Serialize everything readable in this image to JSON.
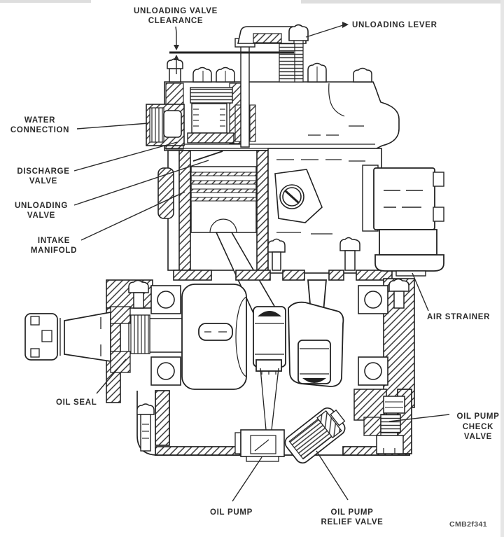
{
  "figure": {
    "code": "CMB2f341",
    "subject": "Air compressor cutaway cross-section diagram",
    "colors": {
      "paper": "#ffffff",
      "ink": "#222222",
      "label": "#2b2b2b"
    }
  },
  "callouts": {
    "unloading_valve_clearance": {
      "line1": "UNLOADING VALVE",
      "line2": "CLEARANCE"
    },
    "unloading_lever": {
      "line1": "UNLOADING LEVER"
    },
    "water_connection": {
      "line1": "WATER",
      "line2": "CONNECTION"
    },
    "discharge_valve": {
      "line1": "DISCHARGE",
      "line2": "VALVE"
    },
    "unloading_valve": {
      "line1": "UNLOADING",
      "line2": "VALVE"
    },
    "intake_manifold": {
      "line1": "INTAKE",
      "line2": "MANIFOLD"
    },
    "air_strainer": {
      "line1": "AIR STRAINER"
    },
    "oil_seal": {
      "line1": "OIL SEAL"
    },
    "oil_pump_check_valve": {
      "line1": "OIL PUMP",
      "line2": "CHECK",
      "line3": "VALVE"
    },
    "oil_pump": {
      "line1": "OIL PUMP"
    },
    "oil_pump_relief_valve": {
      "line1": "OIL PUMP",
      "line2": "RELIEF VALVE"
    }
  }
}
